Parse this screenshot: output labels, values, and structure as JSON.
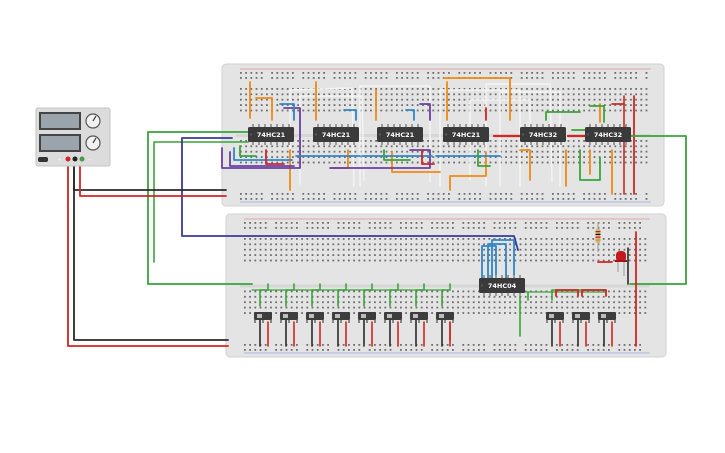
{
  "canvas": {
    "background": "#ffffff"
  },
  "colors": {
    "breadboard": "#e4e4e4",
    "hole": "#6f6f6f",
    "chip": "#3a3a3a",
    "wire_red": "#d42424",
    "wire_black": "#2a2a2a",
    "wire_green": "#3aa33a",
    "wire_orange": "#f08a12",
    "wire_purple": "#6a3fa0",
    "wire_blue": "#2f86c8",
    "wire_white": "#f4f4f4",
    "wire_navy": "#3a3a9a",
    "psu_body": "#dcdcdc",
    "psu_screen": "#9aa4ad",
    "led": "#c41a1a"
  },
  "power_supply": {
    "name": "dc-power-supply",
    "terminal_labels": [
      "+",
      "−"
    ]
  },
  "chips": [
    {
      "label": "74HC21",
      "board": "top"
    },
    {
      "label": "74HC21",
      "board": "top"
    },
    {
      "label": "74HC21",
      "board": "top"
    },
    {
      "label": "74HC21",
      "board": "top"
    },
    {
      "label": "74HC32",
      "board": "top"
    },
    {
      "label": "74HC32",
      "board": "top"
    },
    {
      "label": "74HC04",
      "board": "bottom"
    }
  ],
  "switches": {
    "count": 11,
    "board": "bottom"
  },
  "led": {
    "color": "red"
  },
  "resistor": {
    "count": 1
  }
}
